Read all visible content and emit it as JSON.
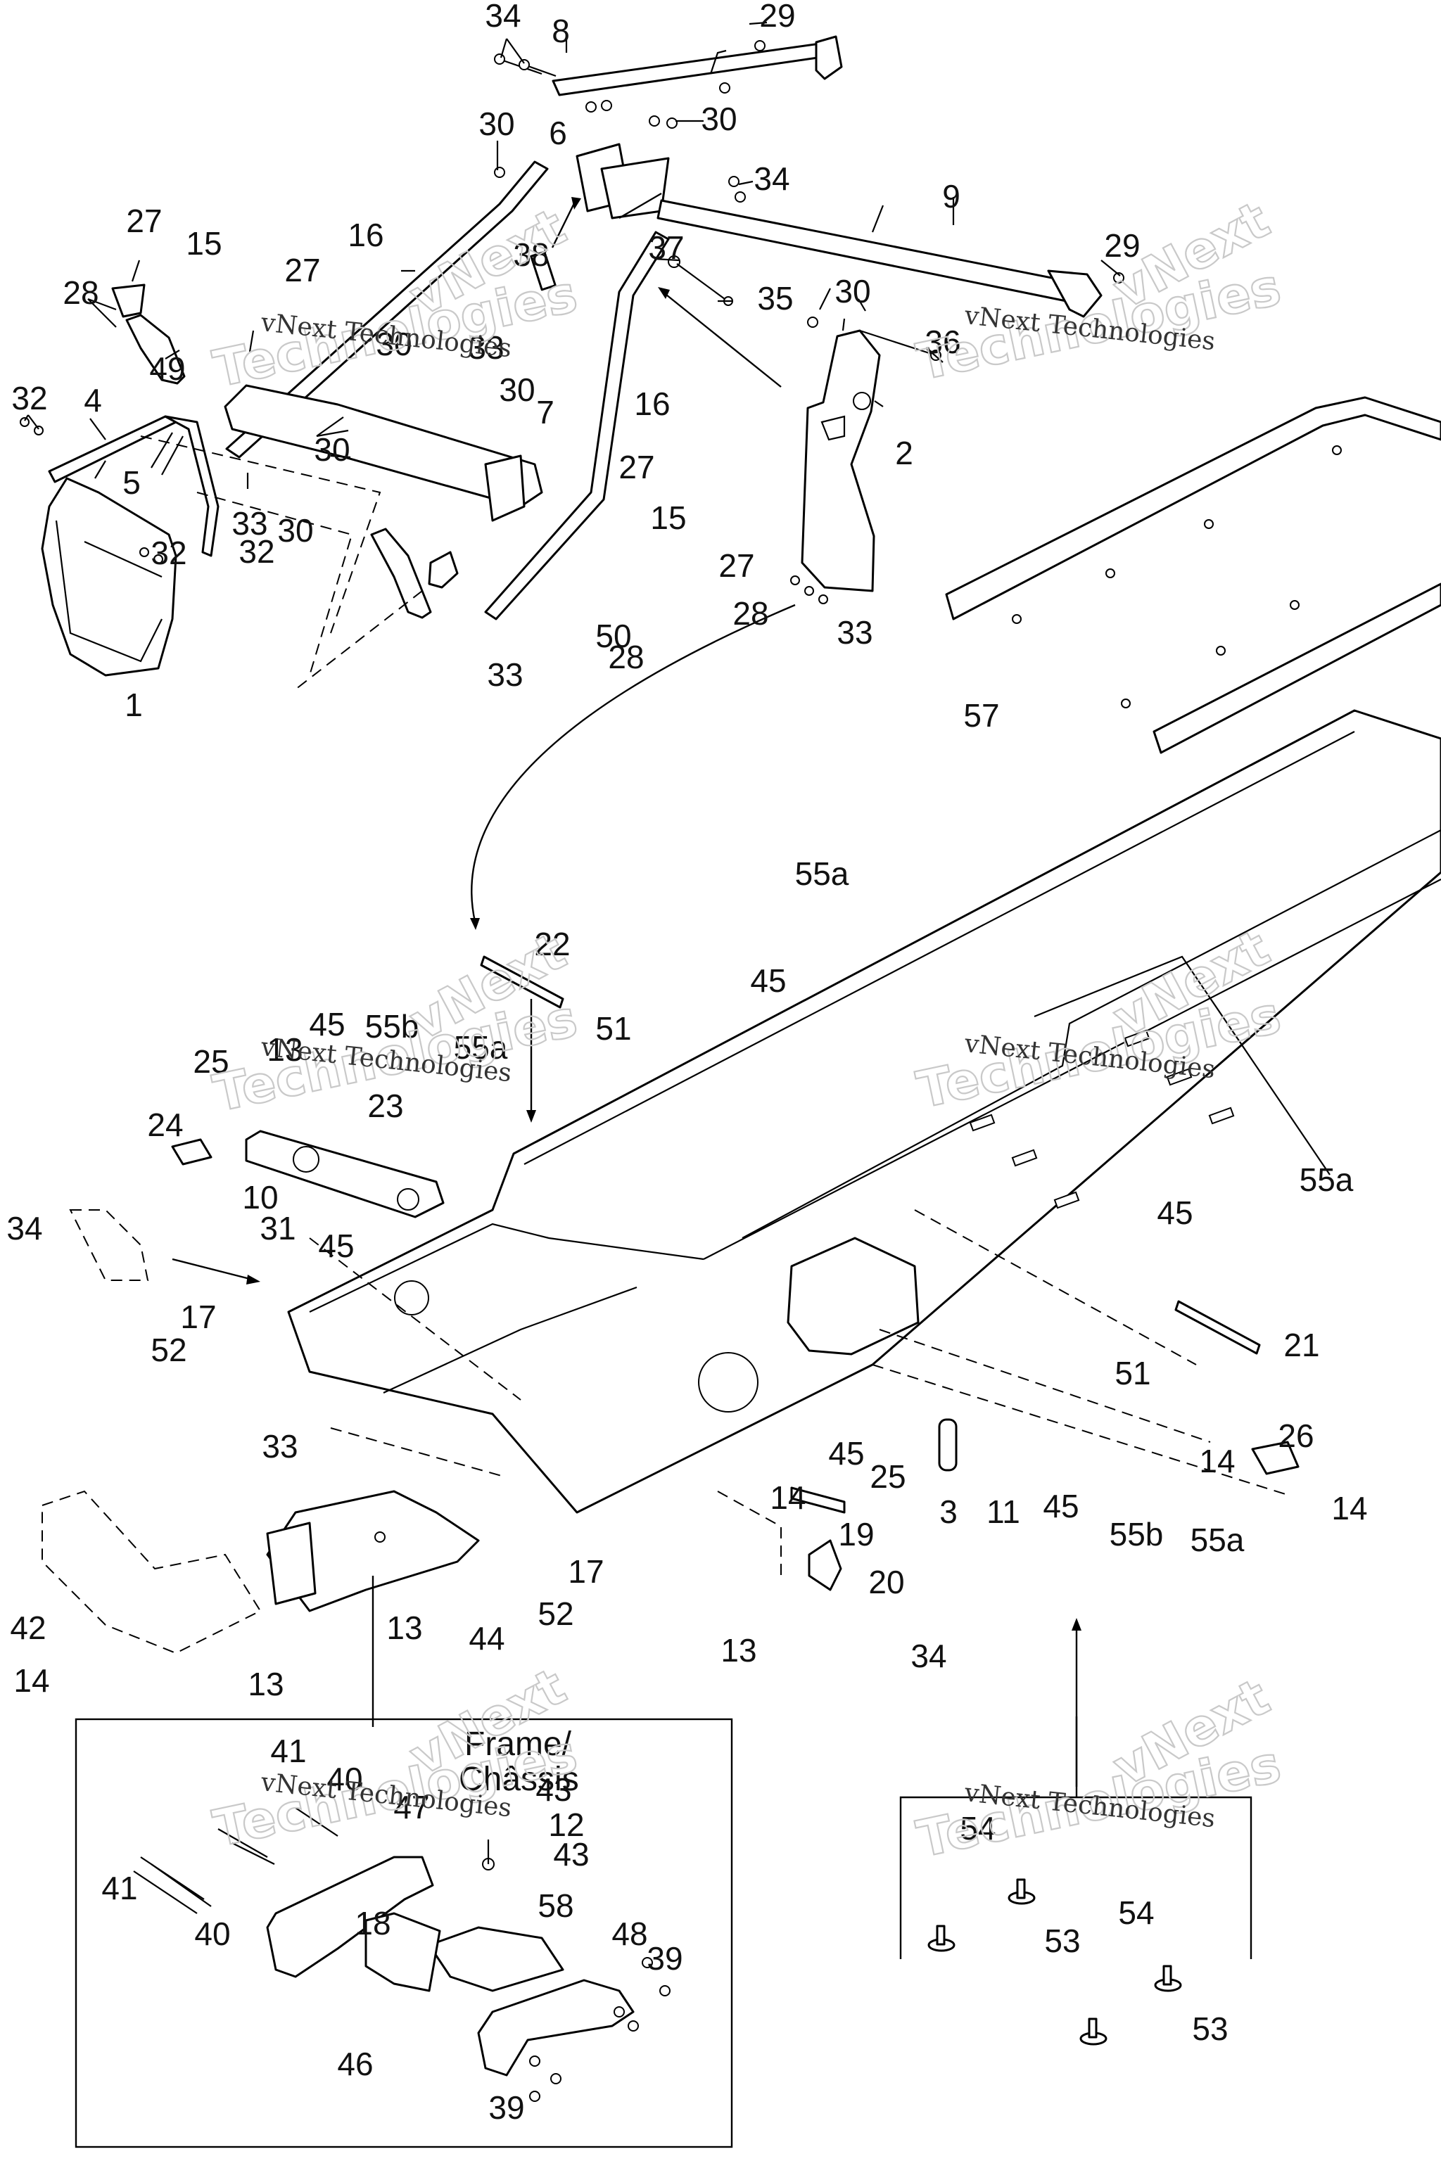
{
  "diagram": {
    "title": "Frame / Châssis exploded parts view",
    "inset_label_line1": "Frame/",
    "inset_label_line2": "Châssis",
    "watermark_serif": "vNext Technologies",
    "watermark_outline_line1": "vNext",
    "watermark_outline_line2": "Technologies"
  },
  "callouts": [
    {
      "id": "c34a",
      "label": "34"
    },
    {
      "id": "c8",
      "label": "8"
    },
    {
      "id": "c29a",
      "label": "29"
    },
    {
      "id": "c30a",
      "label": "30"
    },
    {
      "id": "c30b",
      "label": "30"
    },
    {
      "id": "c6",
      "label": "6"
    },
    {
      "id": "c34b",
      "label": "34"
    },
    {
      "id": "c9",
      "label": "9"
    },
    {
      "id": "c29b",
      "label": "29"
    },
    {
      "id": "c27a",
      "label": "27"
    },
    {
      "id": "c15a",
      "label": "15"
    },
    {
      "id": "c16a",
      "label": "16"
    },
    {
      "id": "c28a",
      "label": "28"
    },
    {
      "id": "c27b",
      "label": "27"
    },
    {
      "id": "c37",
      "label": "37"
    },
    {
      "id": "c38",
      "label": "38"
    },
    {
      "id": "c35",
      "label": "35"
    },
    {
      "id": "c30c",
      "label": "30"
    },
    {
      "id": "c36",
      "label": "36"
    },
    {
      "id": "c49",
      "label": "49"
    },
    {
      "id": "c30d",
      "label": "30"
    },
    {
      "id": "c33a",
      "label": "33"
    },
    {
      "id": "c32a",
      "label": "32"
    },
    {
      "id": "c4",
      "label": "4"
    },
    {
      "id": "c30e",
      "label": "30"
    },
    {
      "id": "c16b",
      "label": "16"
    },
    {
      "id": "c7",
      "label": "7"
    },
    {
      "id": "c5",
      "label": "5"
    },
    {
      "id": "c30f",
      "label": "30"
    },
    {
      "id": "c2",
      "label": "2"
    },
    {
      "id": "c33b",
      "label": "33"
    },
    {
      "id": "c27c",
      "label": "27"
    },
    {
      "id": "c30g",
      "label": "30"
    },
    {
      "id": "c15b",
      "label": "15"
    },
    {
      "id": "c32b",
      "label": "32"
    },
    {
      "id": "c32c",
      "label": "32"
    },
    {
      "id": "c27d",
      "label": "27"
    },
    {
      "id": "c28b",
      "label": "28"
    },
    {
      "id": "c50",
      "label": "50"
    },
    {
      "id": "c33c",
      "label": "33"
    },
    {
      "id": "c28c",
      "label": "28"
    },
    {
      "id": "c33d",
      "label": "33"
    },
    {
      "id": "c1",
      "label": "1"
    },
    {
      "id": "c57",
      "label": "57"
    },
    {
      "id": "c55a1",
      "label": "55a"
    },
    {
      "id": "c22",
      "label": "22"
    },
    {
      "id": "c45a",
      "label": "45"
    },
    {
      "id": "c45b",
      "label": "45"
    },
    {
      "id": "c55b1",
      "label": "55b"
    },
    {
      "id": "c51a",
      "label": "51"
    },
    {
      "id": "c13a",
      "label": "13"
    },
    {
      "id": "c55a2",
      "label": "55a"
    },
    {
      "id": "c25a",
      "label": "25"
    },
    {
      "id": "c23",
      "label": "23"
    },
    {
      "id": "c24",
      "label": "24"
    },
    {
      "id": "c55a3",
      "label": "55a"
    },
    {
      "id": "c10",
      "label": "10"
    },
    {
      "id": "c34c",
      "label": "34"
    },
    {
      "id": "c31",
      "label": "31"
    },
    {
      "id": "c45c",
      "label": "45"
    },
    {
      "id": "c45d",
      "label": "45"
    },
    {
      "id": "c17a",
      "label": "17"
    },
    {
      "id": "c52a",
      "label": "52"
    },
    {
      "id": "c21",
      "label": "21"
    },
    {
      "id": "c51b",
      "label": "51"
    },
    {
      "id": "c26",
      "label": "26"
    },
    {
      "id": "c33e",
      "label": "33"
    },
    {
      "id": "c45e",
      "label": "45"
    },
    {
      "id": "c25b",
      "label": "25"
    },
    {
      "id": "c14a",
      "label": "14"
    },
    {
      "id": "c14b",
      "label": "14"
    },
    {
      "id": "c3",
      "label": "3"
    },
    {
      "id": "c11",
      "label": "11"
    },
    {
      "id": "c45f",
      "label": "45"
    },
    {
      "id": "c55b2",
      "label": "55b"
    },
    {
      "id": "c55a4",
      "label": "55a"
    },
    {
      "id": "c14c",
      "label": "14"
    },
    {
      "id": "c19",
      "label": "19"
    },
    {
      "id": "c17b",
      "label": "17"
    },
    {
      "id": "c42",
      "label": "42"
    },
    {
      "id": "c20",
      "label": "20"
    },
    {
      "id": "c13b",
      "label": "13"
    },
    {
      "id": "c44",
      "label": "44"
    },
    {
      "id": "c52b",
      "label": "52"
    },
    {
      "id": "c14d",
      "label": "14"
    },
    {
      "id": "c13c",
      "label": "13"
    },
    {
      "id": "c13d",
      "label": "13"
    },
    {
      "id": "c34d",
      "label": "34"
    },
    {
      "id": "c41a",
      "label": "41"
    },
    {
      "id": "c40a",
      "label": "40"
    },
    {
      "id": "c47",
      "label": "47"
    },
    {
      "id": "c43a",
      "label": "43"
    },
    {
      "id": "c12",
      "label": "12"
    },
    {
      "id": "c43b",
      "label": "43"
    },
    {
      "id": "c41b",
      "label": "41"
    },
    {
      "id": "c18",
      "label": "18"
    },
    {
      "id": "c58",
      "label": "58"
    },
    {
      "id": "c40b",
      "label": "40"
    },
    {
      "id": "c48",
      "label": "48"
    },
    {
      "id": "c39a",
      "label": "39"
    },
    {
      "id": "c46",
      "label": "46"
    },
    {
      "id": "c39b",
      "label": "39"
    },
    {
      "id": "c54a",
      "label": "54"
    },
    {
      "id": "c53a",
      "label": "53"
    },
    {
      "id": "c54b",
      "label": "54"
    },
    {
      "id": "c53b",
      "label": "53"
    }
  ]
}
